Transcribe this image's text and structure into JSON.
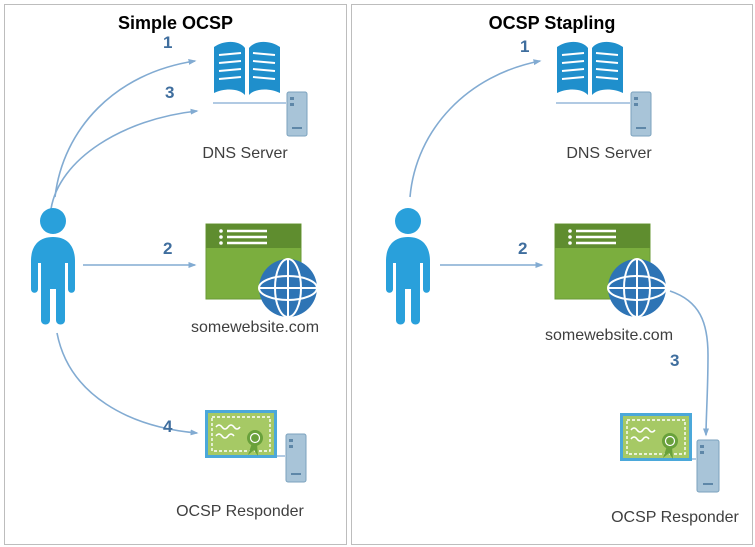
{
  "colors": {
    "person_blue": "#29a0db",
    "book_blue": "#1f8fcc",
    "globe_blue": "#2e74b5",
    "browser_green": "#7bae3e",
    "cert_border_blue": "#4ba8da",
    "arrow_blue": "#82abd2",
    "number_blue": "#3f6e9e",
    "label_gray": "#3f3f3f"
  },
  "panels": [
    {
      "title": "Simple OCSP",
      "numbers": {
        "n1": "1",
        "n2": "2",
        "n3": "3",
        "n4": "4"
      },
      "labels": {
        "dns": "DNS Server",
        "website": "somewebsite.com",
        "ocsp": "OCSP Responder"
      }
    },
    {
      "title": "OCSP Stapling",
      "numbers": {
        "n1": "1",
        "n2": "2",
        "n3": "3"
      },
      "labels": {
        "dns": "DNS Server",
        "website": "somewebsite.com",
        "ocsp": "OCSP Responder"
      }
    }
  ]
}
